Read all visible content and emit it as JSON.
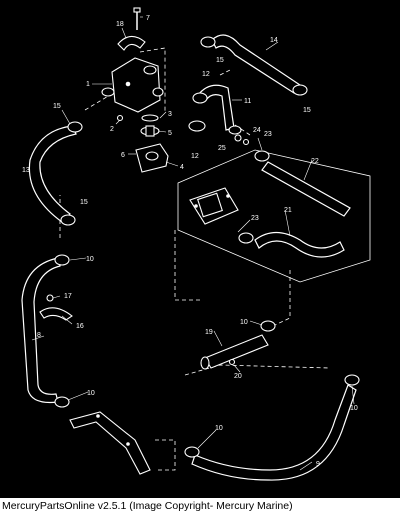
{
  "footer": {
    "text": "MercuryPartsOnline v2.5.1 (Image Copyright- Mercury Marine)"
  },
  "callouts": {
    "c1": "1",
    "c2": "2",
    "c3": "3",
    "c4": "4",
    "c5": "5",
    "c6": "6",
    "c7": "7",
    "c8": "8",
    "c9": "9",
    "c10a": "10",
    "c10b": "10",
    "c10c": "10",
    "c10d": "10",
    "c10e": "10",
    "c11": "11",
    "c12a": "12",
    "c12b": "12",
    "c13": "13",
    "c14": "14",
    "c15a": "15",
    "c15b": "15",
    "c15c": "15",
    "c15d": "15",
    "c16": "16",
    "c17": "17",
    "c18": "18",
    "c19": "19",
    "c20": "20",
    "c21": "21",
    "c22": "22",
    "c23a": "23",
    "c23b": "23",
    "c24": "24",
    "c25": "25"
  }
}
